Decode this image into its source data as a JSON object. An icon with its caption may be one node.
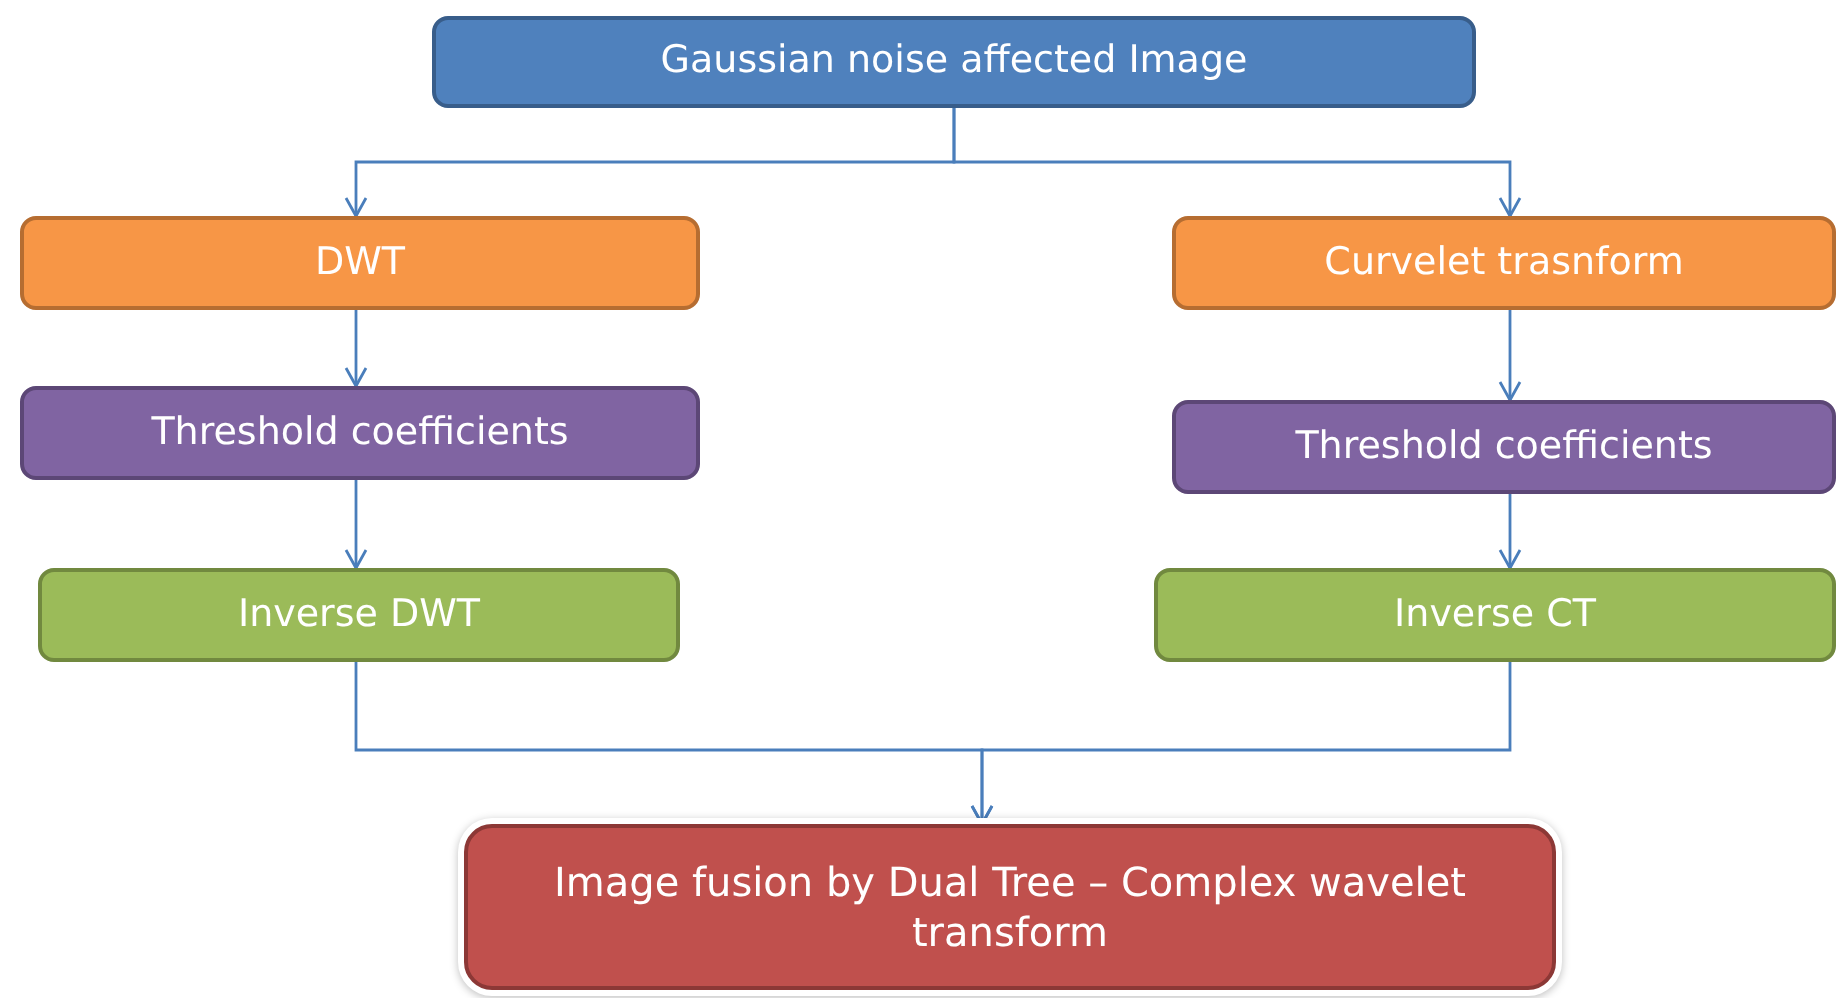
{
  "diagram": {
    "nodes": [
      {
        "text": [
          "Gaussian noise affected Image"
        ]
      },
      {
        "text": [
          "DWT"
        ]
      },
      {
        "text": [
          "Threshold coefficients"
        ]
      },
      {
        "text": [
          "Inverse DWT"
        ]
      },
      {
        "text": [
          "Curvelet trasnform"
        ]
      },
      {
        "text": [
          "Threshold coefficients"
        ]
      },
      {
        "text": [
          "Inverse CT"
        ]
      },
      {
        "text": [
          "Image fusion by Dual Tree – Complex wavelet transform"
        ]
      }
    ],
    "edges": [
      {
        "from": 0,
        "to": 1,
        "arrow": "to"
      },
      {
        "from": 0,
        "to": 4,
        "arrow": "to"
      },
      {
        "from": 1,
        "to": 2,
        "arrow": "to"
      },
      {
        "from": 2,
        "to": 3,
        "arrow": "to"
      },
      {
        "from": 4,
        "to": 5,
        "arrow": "to"
      },
      {
        "from": 5,
        "to": 6,
        "arrow": "to"
      },
      {
        "from": 3,
        "to": 7,
        "arrow": "to"
      },
      {
        "from": 6,
        "to": 7,
        "arrow": "to"
      }
    ]
  }
}
